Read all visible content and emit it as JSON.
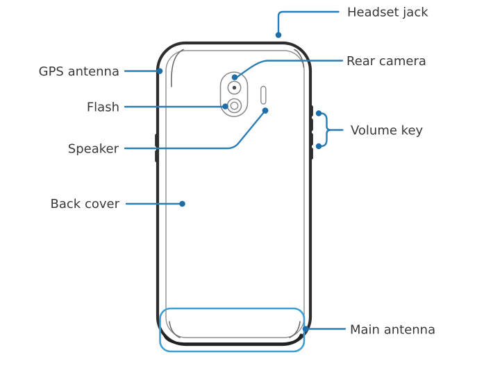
{
  "diagram": {
    "view": "device-back-view",
    "labels": {
      "headset_jack": "Headset jack",
      "gps_antenna": "GPS antenna",
      "rear_camera": "Rear camera",
      "flash": "Flash",
      "speaker": "Speaker",
      "volume_key": "Volume key",
      "back_cover": "Back cover",
      "main_antenna": "Main antenna"
    },
    "colors": {
      "background": "#ffffff",
      "callout_line": "#2a7cb5",
      "callout_dot": "#1d6da8",
      "antenna_outline": "#3f9ed3",
      "body_outline": "#2d2d2d",
      "seam_line": "#8f8f8f",
      "detail_line": "#8a8a8a",
      "corner_tick": "#6a6a6a",
      "gps_patch": "#c6c6c6",
      "label_text": "#383838"
    }
  }
}
